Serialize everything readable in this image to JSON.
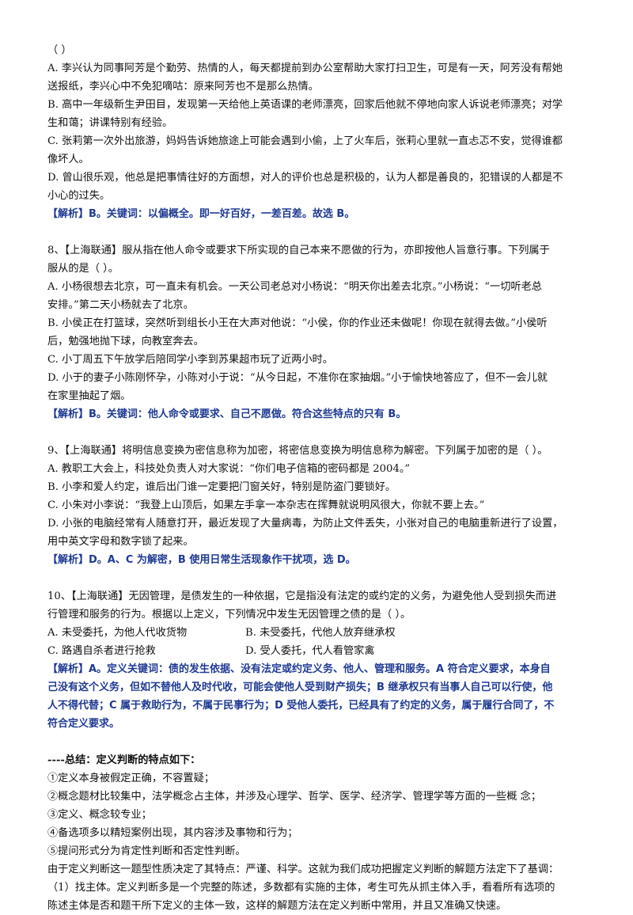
{
  "q7_tail": {
    "bracket": "（ ）",
    "opt_a": [
      "A. 李兴认为同事阿芳是个勤劳、热情的人，每天都提前到办公室帮助大家打扫卫生，可是有一天，阿芳没有帮她",
      "送报纸，李兴心中不免犯嘀咕：原来阿芳也不是那么热情。"
    ],
    "opt_b": [
      "B. 高中一年级新生尹田目，发现第一天给他上英语课的老师漂亮，回家后他就不停地向家人诉说老师漂亮；对学",
      "生和蔼；讲课特别有经验。"
    ],
    "opt_c": [
      "C. 张莉第一次外出旅游，妈妈告诉她旅途上可能会遇到小偷，上了火车后，张莉心里就一直忐忑不安，觉得谁都",
      "像坏人。"
    ],
    "opt_d": [
      "D. 曾山很乐观，他总是把事情往好的方面想，对人的评价也总是积极的，认为人都是善良的，犯错误的人都是不",
      "小心的过失。"
    ],
    "answer": "【解析】B。关键词：以偏概全。即一好百好，一差百差。故选 B。"
  },
  "q8": {
    "stem": [
      "8、【上海联通】服从指在他人命令或要求下所实现的自己本来不愿做的行为，亦即按他人旨意行事。下列属于",
      "服从的是（ ）。"
    ],
    "opt_a": [
      "A. 小杨很想去北京，可一直未有机会。一天公司老总对小杨说：“明天你出差去北京。”小杨说：“一切听老总",
      "安排。”第二天小杨就去了北京。"
    ],
    "opt_b": [
      "B. 小侯正在打篮球，突然听到组长小王在大声对他说：“小侯，你的作业还未做呢！你现在就得去做。”小侯听",
      "后，勉强地抛下球，向教室奔去。"
    ],
    "opt_c": [
      "C. 小丁周五下午放学后陪同学小李到苏果超市玩了近两小时。"
    ],
    "opt_d": [
      "D. 小于的妻子小陈刚怀孕，小陈对小于说：“从今日起，不准你在家抽烟。”小于愉快地答应了，但不一会儿就",
      "在家里抽起了烟。"
    ],
    "answer": "【解析】B。关键词：他人命令或要求、自己不愿做。符合这些特点的只有 B。"
  },
  "q9": {
    "stem": [
      "9、【上海联通】将明信息变换为密信息称为加密，将密信息变换为明信息称为解密。下列属于加密的是（ ）。"
    ],
    "opt_a": [
      "A. 教职工大会上，科技处负责人对大家说：“你们电子信箱的密码都是 2004。”"
    ],
    "opt_b": [
      "B. 小李和爱人约定，谁后出门谁一定要把门窗关好，特别是防盗门要锁好。"
    ],
    "opt_c": [
      "C. 小朱对小李说：“我登上山顶后，如果左手拿一本杂志在挥舞就说明风很大，你就不要上去。”"
    ],
    "opt_d": [
      "D. 小张的电脑经常有人随意打开，最近发现了大量病毒，为防止文件丢失，小张对自己的电脑重新进行了设置，",
      "用中英文字母和数字锁了起来。"
    ],
    "answer": "【解析】D。A、C 为解密，B 使用日常生活现象作干扰项，选 D。"
  },
  "q10": {
    "stem": [
      "10、【上海联通】无因管理，是债发生的一种依据，它是指没有法定的或约定的义务，为避免他人受到损失而进",
      "行管理和服务的行为。根据以上定义，下列情况中发生无因管理之债的是（ ）。"
    ],
    "opt_a": "A. 未受委托，为他人代收货物",
    "opt_b": "B. 未受委托，代他人放弃继承权",
    "opt_c": "C. 路遇自杀者进行抢救",
    "opt_d": "D. 受人委托，代人看管家禽",
    "answer": [
      "【解析】A。定义关键词：债的发生依据、没有法定或约定义务、他人、管理和服务。A 符合定义要求，本身自",
      "己没有这个义务，但如不替他人及时代收，可能会使他人受到财产损失；B 继承权只有当事人自己可以行使，他",
      "人不得代替；C 属于救助行为，不属于民事行为；D 受他人委托，已经具有了约定的义务，属于履行合同了，不",
      "符合定义要求。"
    ]
  },
  "summary": {
    "title": "----总结：定义判断的特点如下：",
    "items": [
      "①定义本身被假定正确，不容置疑；",
      "②概念题材比较集中，法学概念占主体，并涉及心理学、哲学、医学、经济学、管理学等方面的一些概 念；",
      "③定义、概念较专业；",
      "④备选项多以精短案例出现，其内容涉及事物和行为；",
      "⑤提问形式分为肯定性判断和否定性判断。"
    ],
    "para": [
      "由于定义判断这一题型性质决定了其特点：严谨、科学。这就为我们成功把握定义判断的解题方法定下了基调：",
      "（1）找主体。定义判断多是一个完整的陈述，多数都有实施的主体，考生可先从抓主体入手，看看所有选项的",
      "陈述主体是否和题干所下定义的主体一致，这样的解题方法在定义判断中常用，并且又准确又快速。"
    ]
  }
}
